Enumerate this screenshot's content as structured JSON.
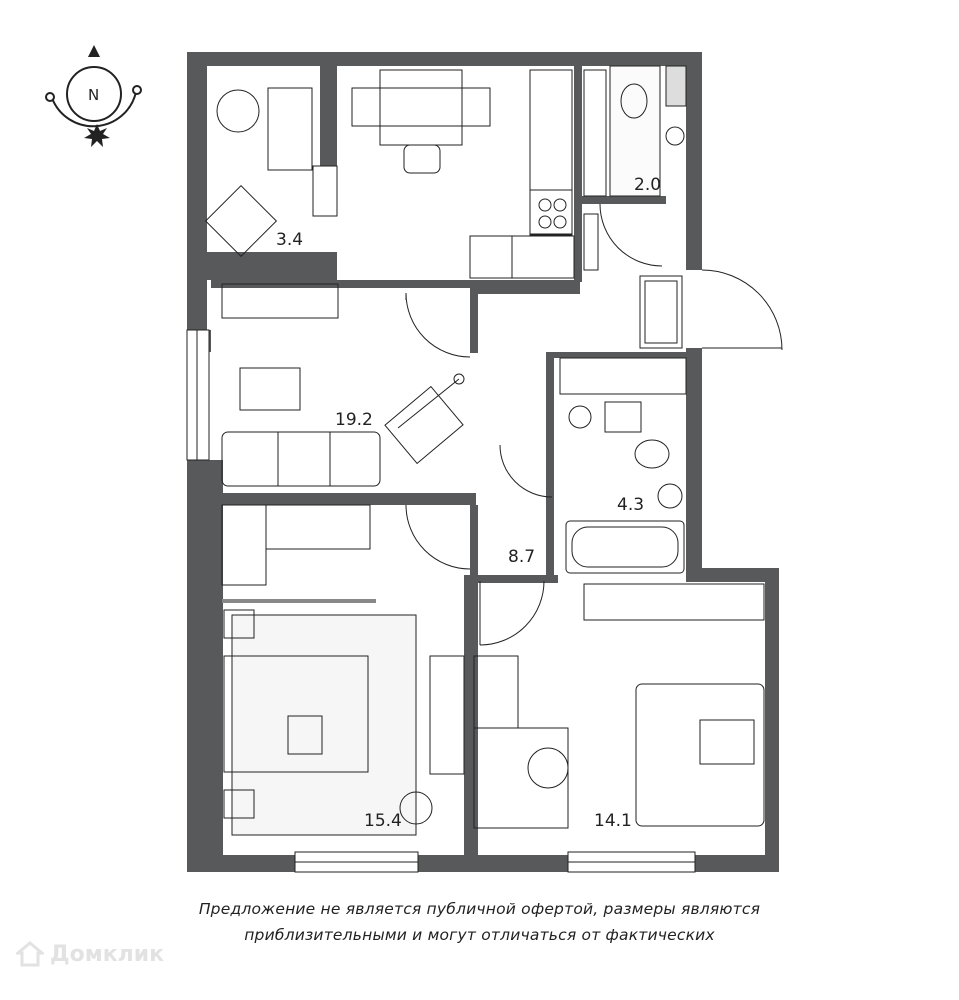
{
  "compass": {
    "label": "N"
  },
  "rooms": {
    "balcony_area": "3.4",
    "living_area": "19.2",
    "wc_area": "2.0",
    "bath_area": "4.3",
    "hall_area": "8.7",
    "bedroom_area": "15.4",
    "room2_area": "14.1"
  },
  "disclaimer": {
    "line1": "Предложение не является публичной офертой, размеры являются",
    "line2": "приблизительными и могут отличаться от фактических"
  },
  "watermark": {
    "text": "Домклик"
  },
  "colors": {
    "wall": "#58595b",
    "line": "#222222",
    "glass": "#e6e6e6"
  }
}
